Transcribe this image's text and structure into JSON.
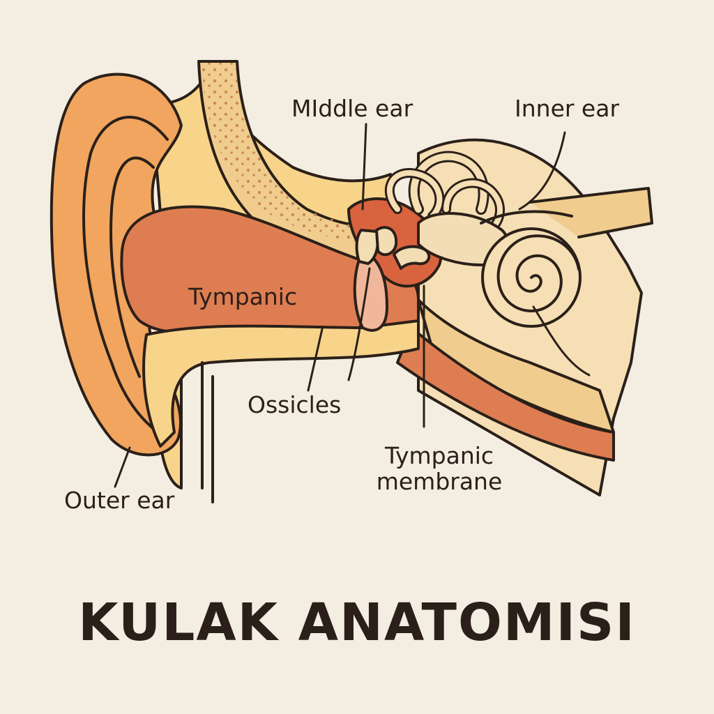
{
  "title": "KULAK ANATOMISI",
  "labels": {
    "middle_ear": "MIddle ear",
    "inner_ear": "Inner ear",
    "tympanic": "Tympanic",
    "ossicles": "Ossicles",
    "tympanic_membrane_line1": "Tympanic",
    "tympanic_membrane_line2": "membrane",
    "outer_ear": "Outer ear"
  },
  "colors": {
    "background": "#f3ede2",
    "outer_ear": "#f2a55e",
    "tissue": "#f7d48a",
    "canal": "#df7d52",
    "bone": "#f0cd8e",
    "inner_ear": "#f6dfb4",
    "outline": "#2b2019"
  }
}
